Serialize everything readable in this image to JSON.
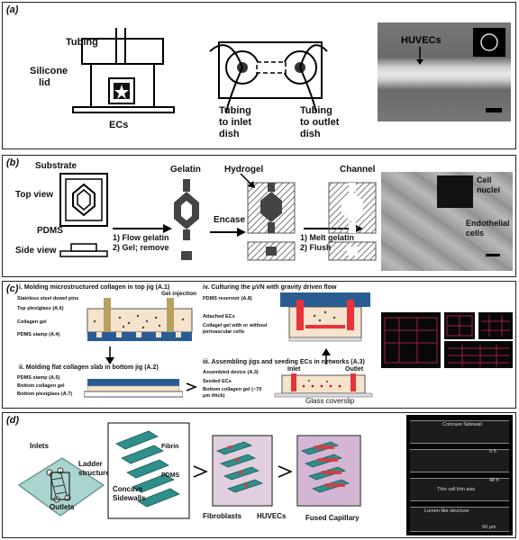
{
  "panels": [
    {
      "id": "a",
      "label": "(a)"
    },
    {
      "id": "b",
      "label": "(b)"
    },
    {
      "id": "c",
      "label": "(c)"
    },
    {
      "id": "d",
      "label": "(d)"
    }
  ],
  "a": {
    "tubing": "Tubing",
    "silicone_lid_1": "Silicone",
    "silicone_lid_2": "lid",
    "ecs": "ECs",
    "tubing_inlet_1": "Tubing",
    "tubing_inlet_2": "to inlet",
    "tubing_inlet_3": "dish",
    "tubing_outlet_1": "Tubing",
    "tubing_outlet_2": "to outlet",
    "tubing_outlet_3": "dish",
    "huvecs": "HUVECs"
  },
  "b": {
    "substrate": "Substrate",
    "top_view": "Top view",
    "pdms": "PDMS",
    "side_view": "Side view",
    "gelatin": "Gelatin",
    "step1a": "1) Flow gelatin",
    "step1b": "2) Gel; remove",
    "hydrogel": "Hydrogel",
    "encase": "Encase",
    "channel": "Channel",
    "step2a": "1) Melt gelatin",
    "step2b": "2) Flush",
    "cell_nuclei_1": "Cell",
    "cell_nuclei_2": "nuclei",
    "endothelial_1": "Endothelial",
    "endothelial_2": "cells"
  },
  "c": {
    "step_i": "i. Molding microstructured collagen in top jig (A.1)",
    "dowel": "Stainless steel dowel pins",
    "gel_injection": "Gel injection",
    "top_plexi": "Top plexiglass (A.6)",
    "collagen_gel": "Collagen gel",
    "pdms_stamp": "PDMS stamp (A.4)",
    "step_ii": "ii. Molding flat collagen slab in bottom jig (A.2)",
    "pdms_stamp2": "PDMS stamp (A.5)",
    "bottom_collagen": "Bottom collagen gel",
    "bottom_plexi": "Bottom plexiglass (A.7)",
    "step_iv": "iv. Culturing the μVN with gravity driven flow",
    "pdms_reservoir": "PDMS reservoir (A.8)",
    "attached_ecs": "Attached ECs",
    "collagel_with": "Collagel gel with or without",
    "perivascular": "perivascular cells",
    "step_iii": "iii. Assembling jigs and seeding ECs in networks (A.3)",
    "inlet": "Inlet",
    "outlet": "Outlet",
    "assembled": "Assembled device (A.3)",
    "seeded": "Seeded ECs",
    "bottom_gel_1": "Bottom collagen gel (~70",
    "bottom_gel_2": "μm thick)",
    "glass": "Glass coverslip"
  },
  "d": {
    "inlets": "Inlets",
    "ladder_1": "Ladder",
    "ladder_2": "structure",
    "outlets": "Outlets",
    "fibrin": "Fibrin",
    "pdms": "PDMS",
    "concave_1": "Concave",
    "concave_2": "Sidewalls",
    "fibroblasts": "Fibroblasts",
    "huvecs": "HUVECs",
    "fused": "Fused Capillary",
    "m1": "Concave Sidewall",
    "m2": "0 h",
    "m3": "48 h",
    "m4": "Thin cell thin axis",
    "m5": "Lumen like structure",
    "m6": "50 μm"
  }
}
